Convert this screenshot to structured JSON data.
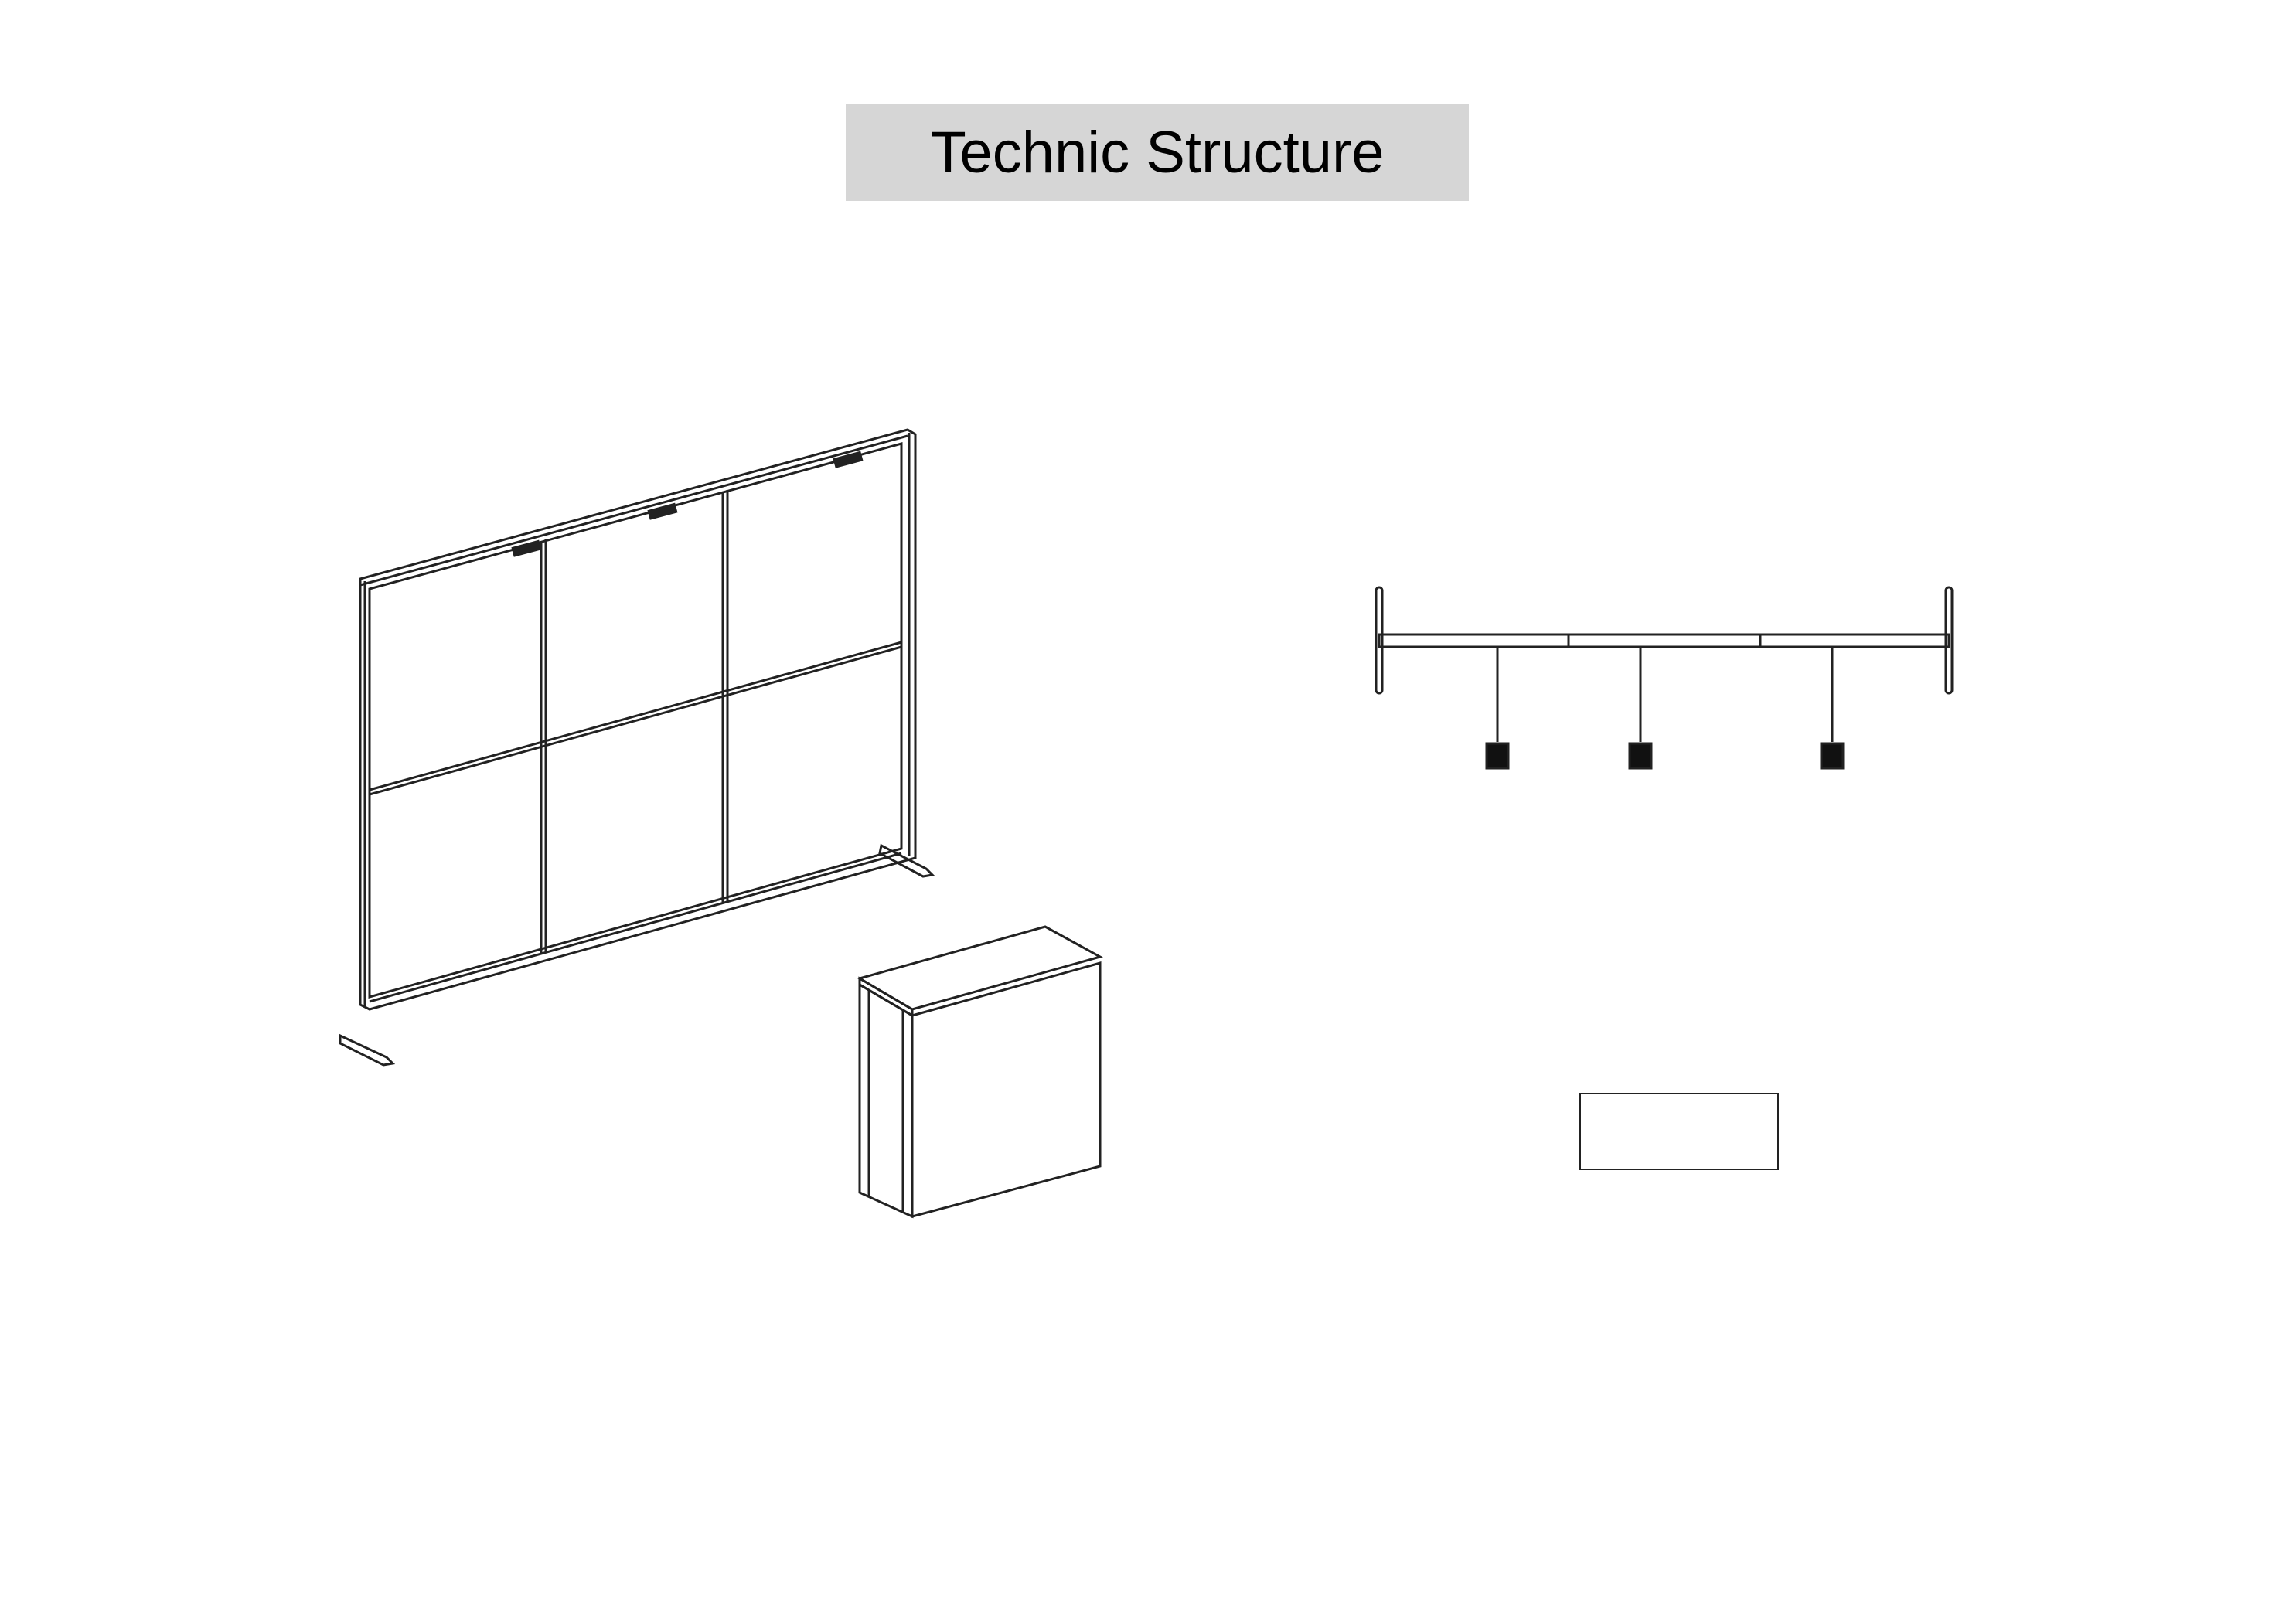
{
  "title": "Technic Structure",
  "colors": {
    "background": "#ffffff",
    "title_box": "#d6d6d6",
    "line": "#222222"
  },
  "views": [
    "isometric-frame-wall",
    "isometric-counter",
    "top-view-frame-with-lights",
    "top-view-counter"
  ]
}
